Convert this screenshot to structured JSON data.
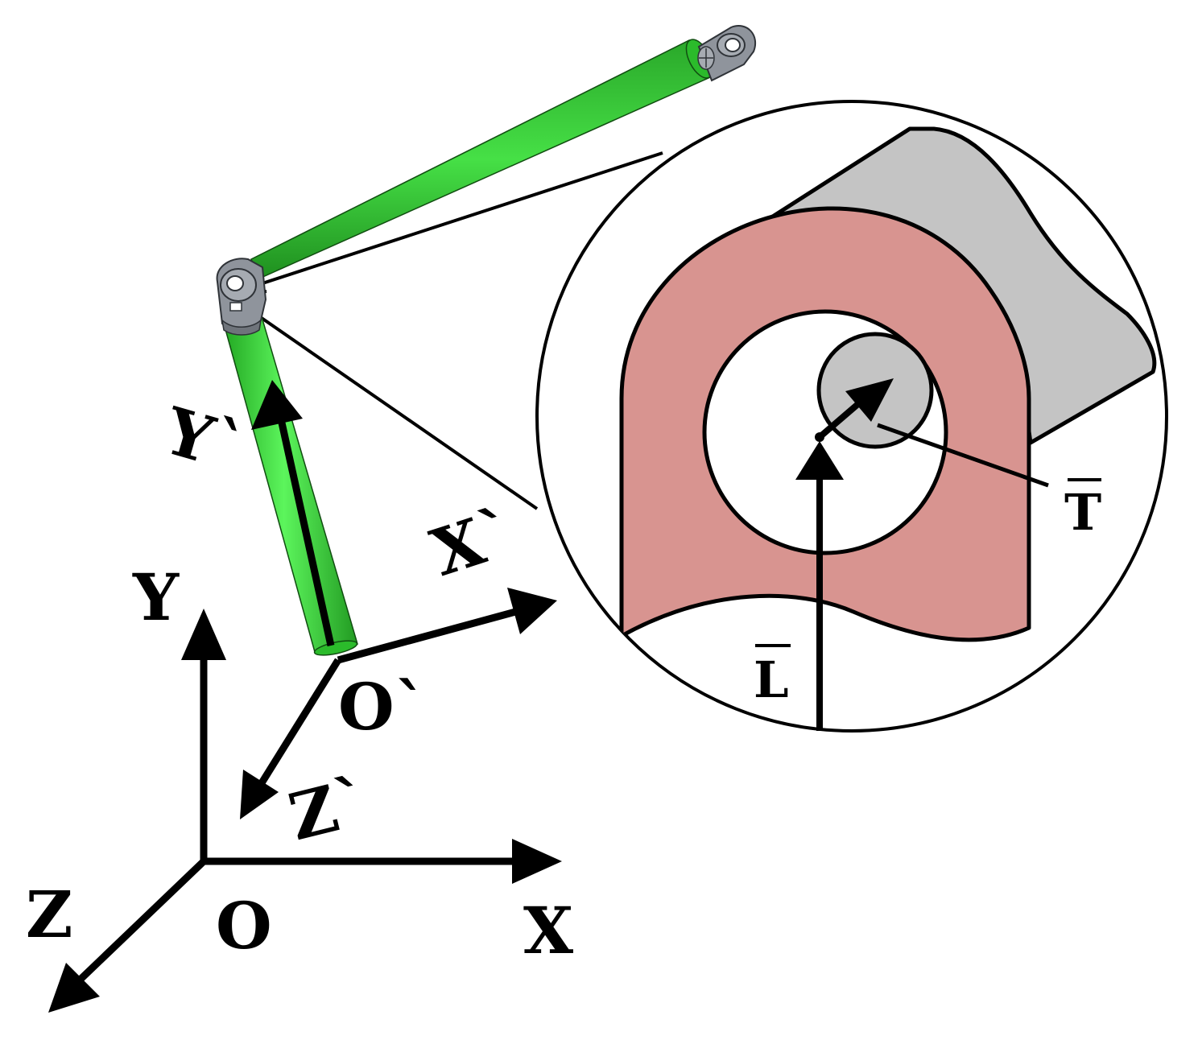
{
  "labels": {
    "global_x": "X",
    "global_y": "Y",
    "global_z": "Z",
    "global_origin": "O",
    "local_x": "X`",
    "local_y": "Y`",
    "local_z": "Z`",
    "local_origin": "O`",
    "vector_l": "L",
    "vector_t": "T"
  },
  "colors": {
    "rod_green": "#3fdc3f",
    "joint_gray": "#8f949c",
    "clevis_pink": "#d89490",
    "pin_gray": "#c4c4c4",
    "stroke": "#000000"
  }
}
